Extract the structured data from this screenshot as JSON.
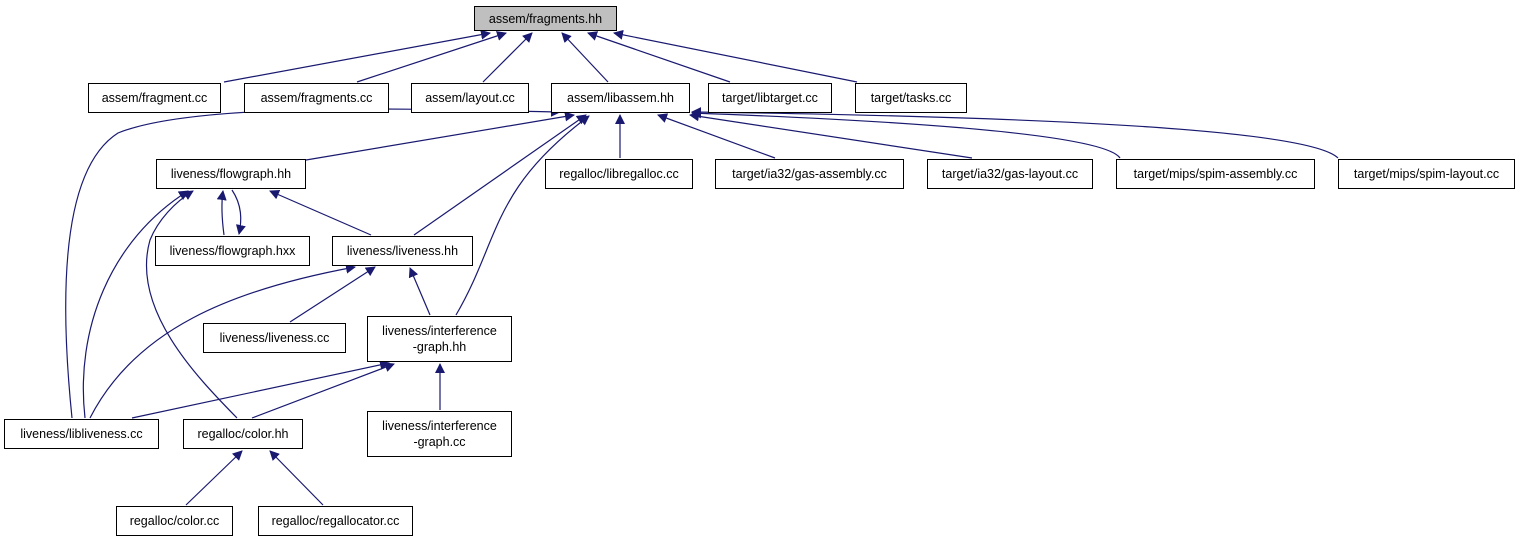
{
  "diagram": {
    "edge_color": "#191970",
    "root_fill": "#bfbfbf",
    "nodes": [
      {
        "id": "fragments_hh",
        "label": "assem/fragments.hh",
        "root": true
      },
      {
        "id": "fragment_cc",
        "label": "assem/fragment.cc"
      },
      {
        "id": "fragments_cc",
        "label": "assem/fragments.cc"
      },
      {
        "id": "layout_cc",
        "label": "assem/layout.cc"
      },
      {
        "id": "libassem_hh",
        "label": "assem/libassem.hh"
      },
      {
        "id": "libtarget_cc",
        "label": "target/libtarget.cc"
      },
      {
        "id": "tasks_cc",
        "label": "target/tasks.cc"
      },
      {
        "id": "flowgraph_hh",
        "label": "liveness/flowgraph.hh"
      },
      {
        "id": "libregalloc_cc",
        "label": "regalloc/libregalloc.cc"
      },
      {
        "id": "gas_assembly_cc",
        "label": "target/ia32/gas-assembly.cc"
      },
      {
        "id": "gas_layout_cc",
        "label": "target/ia32/gas-layout.cc"
      },
      {
        "id": "spim_assembly_cc",
        "label": "target/mips/spim-assembly.cc"
      },
      {
        "id": "spim_layout_cc",
        "label": "target/mips/spim-layout.cc"
      },
      {
        "id": "flowgraph_hxx",
        "label": "liveness/flowgraph.hxx"
      },
      {
        "id": "liveness_hh",
        "label": "liveness/liveness.hh"
      },
      {
        "id": "liveness_cc",
        "label": "liveness/liveness.cc"
      },
      {
        "id": "interference_graph_hh",
        "label": "liveness/interference\n-graph.hh"
      },
      {
        "id": "libliveness_cc",
        "label": "liveness/libliveness.cc"
      },
      {
        "id": "color_hh",
        "label": "regalloc/color.hh"
      },
      {
        "id": "interference_graph_cc",
        "label": "liveness/interference\n-graph.cc"
      },
      {
        "id": "color_cc",
        "label": "regalloc/color.cc"
      },
      {
        "id": "regallocator_cc",
        "label": "regalloc/regallocator.cc"
      }
    ],
    "edges": [
      {
        "from": "fragment_cc",
        "to": "fragments_hh"
      },
      {
        "from": "fragments_cc",
        "to": "fragments_hh"
      },
      {
        "from": "layout_cc",
        "to": "fragments_hh"
      },
      {
        "from": "libassem_hh",
        "to": "fragments_hh"
      },
      {
        "from": "libtarget_cc",
        "to": "fragments_hh"
      },
      {
        "from": "tasks_cc",
        "to": "fragments_hh"
      },
      {
        "from": "flowgraph_hh",
        "to": "libassem_hh"
      },
      {
        "from": "libregalloc_cc",
        "to": "libassem_hh"
      },
      {
        "from": "gas_assembly_cc",
        "to": "libassem_hh"
      },
      {
        "from": "gas_layout_cc",
        "to": "libassem_hh"
      },
      {
        "from": "spim_assembly_cc",
        "to": "libassem_hh"
      },
      {
        "from": "spim_layout_cc",
        "to": "libassem_hh"
      },
      {
        "from": "liveness_hh",
        "to": "libassem_hh"
      },
      {
        "from": "interference_graph_hh",
        "to": "libassem_hh"
      },
      {
        "from": "libliveness_cc",
        "to": "libassem_hh"
      },
      {
        "from": "flowgraph_hxx",
        "to": "flowgraph_hh"
      },
      {
        "from": "flowgraph_hh",
        "to": "flowgraph_hxx"
      },
      {
        "from": "liveness_hh",
        "to": "flowgraph_hh"
      },
      {
        "from": "libliveness_cc",
        "to": "flowgraph_hh"
      },
      {
        "from": "color_hh",
        "to": "flowgraph_hh"
      },
      {
        "from": "liveness_cc",
        "to": "liveness_hh"
      },
      {
        "from": "interference_graph_hh",
        "to": "liveness_hh"
      },
      {
        "from": "libliveness_cc",
        "to": "liveness_hh"
      },
      {
        "from": "libliveness_cc",
        "to": "interference_graph_hh"
      },
      {
        "from": "color_hh",
        "to": "interference_graph_hh"
      },
      {
        "from": "interference_graph_cc",
        "to": "interference_graph_hh"
      },
      {
        "from": "color_cc",
        "to": "color_hh"
      },
      {
        "from": "regallocator_cc",
        "to": "color_hh"
      }
    ]
  }
}
